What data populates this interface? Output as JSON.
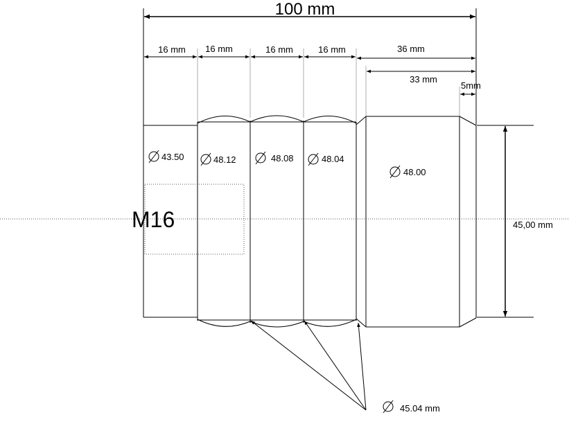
{
  "dimensions": {
    "overall_length": "100 mm",
    "segment_1": "16 mm",
    "segment_2": "16 mm",
    "segment_3": "16 mm",
    "segment_4": "16 mm",
    "segment_5": "36 mm",
    "segment_5_inner": "33 mm",
    "chamfer": "5mm",
    "height": "45,00 mm"
  },
  "diameters": {
    "d1": "43.50",
    "d2": "48.12",
    "d3": "48.08",
    "d4": "48.04",
    "d5": "48.00",
    "groove": "45.04 mm"
  },
  "thread": {
    "label": "M16"
  }
}
